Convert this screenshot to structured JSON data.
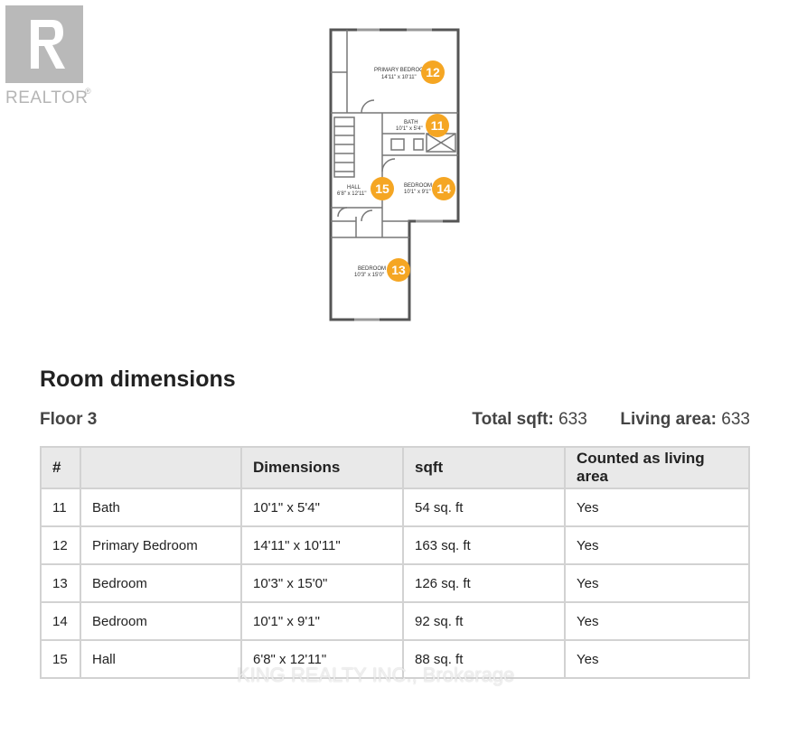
{
  "logo": {
    "text": "REALTOR",
    "reg": "®"
  },
  "floorplan": {
    "rooms": [
      {
        "badge": "12",
        "name": "PRIMARY BEDROOM",
        "dims": "14'11\" x 10'11\""
      },
      {
        "badge": "11",
        "name": "BATH",
        "dims": "10'1\" x 5'4\""
      },
      {
        "badge": "15",
        "name": "HALL",
        "dims": "6'8\" x 12'11\""
      },
      {
        "badge": "14",
        "name": "BEDROOM",
        "dims": "10'1\" x 9'1\""
      },
      {
        "badge": "13",
        "name": "BEDROOM",
        "dims": "10'3\" x 15'0\""
      }
    ],
    "badge_color": "#f5a623"
  },
  "section": {
    "title": "Room dimensions",
    "floor": "Floor 3",
    "total_label": "Total sqft:",
    "total_value": "633",
    "living_label": "Living area:",
    "living_value": "633"
  },
  "table": {
    "headers": [
      "#",
      "",
      "Dimensions",
      "sqft",
      "Counted as living area"
    ],
    "rows": [
      {
        "num": "11",
        "room": "Bath",
        "dims": "10'1\" x 5'4\"",
        "sqft": "54 sq. ft",
        "living": "Yes"
      },
      {
        "num": "12",
        "room": "Primary Bedroom",
        "dims": "14'11\" x 10'11\"",
        "sqft": "163 sq. ft",
        "living": "Yes"
      },
      {
        "num": "13",
        "room": "Bedroom",
        "dims": "10'3\" x 15'0\"",
        "sqft": "126 sq. ft",
        "living": "Yes"
      },
      {
        "num": "14",
        "room": "Bedroom",
        "dims": "10'1\" x 9'1\"",
        "sqft": "92 sq. ft",
        "living": "Yes"
      },
      {
        "num": "15",
        "room": "Hall",
        "dims": "6'8\" x 12'11\"",
        "sqft": "88 sq. ft",
        "living": "Yes"
      }
    ]
  },
  "watermark": "KING REALTY INC., Brokerage"
}
